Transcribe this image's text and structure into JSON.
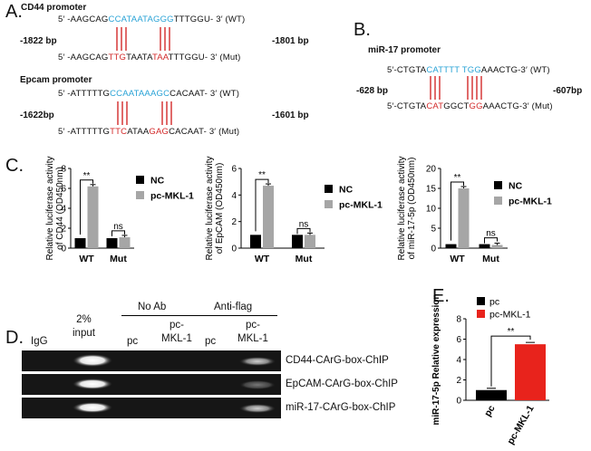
{
  "panel_a": {
    "label": "A.",
    "cd44": {
      "title": "CD44 promoter",
      "wt": {
        "pre": "5′ -AAGCAG",
        "hl": "CCATAATAGGG",
        "post": "TTTGGU- 3′ (WT)"
      },
      "mut": {
        "p1": "5′ -AAGCAG",
        "r1": "TTG",
        "p2": "TAATA",
        "r2": "TAA",
        "p3": "TTTGGU- 3′ (Mut)"
      },
      "left_bp": "-1822 bp",
      "right_bp": "-1801 bp"
    },
    "epcam": {
      "title": "Epcam promoter",
      "wt": {
        "pre": "5′ -ATTTTTG",
        "hl": "CCAATAAAGC",
        "post": "CACAAT- 3′ (WT)"
      },
      "mut": {
        "p1": "5′ -ATTTTTG",
        "r1": "TTC",
        "p2": "ATAA",
        "r2": "GAG",
        "p3": "CACAAT- 3′ (Mut)"
      },
      "left_bp": "-1622bp",
      "right_bp": "-1601 bp"
    }
  },
  "panel_b": {
    "label": "B.",
    "title": "miR-17 promoter",
    "wt": {
      "pre": "5′-CTGTA",
      "hl": "CATTTT TGG",
      "post": "AAACTG-3′ (WT)"
    },
    "mut": {
      "p1": "5′-CTGTA",
      "r1": "CAT",
      "p2": "GGCT",
      "r2": "GG",
      "p3": "AAACTG-3′ (Mut)"
    },
    "left_bp": "-628 bp",
    "right_bp": "-607bp"
  },
  "panel_c": {
    "label": "C."
  },
  "panel_d": {
    "label": "D.",
    "col_igg": "IgG",
    "col_input": [
      "2%",
      "input"
    ],
    "group_noab": "No Ab",
    "group_antiflag": "Anti-flag",
    "col_pc": "pc",
    "col_pcmkl": [
      "pc-",
      "MKL-1"
    ],
    "rows": [
      "CD44-CArG-box-ChIP",
      "EpCAM-CArG-box-ChIP",
      "miR-17-CArG-box-ChIP"
    ]
  },
  "panel_e": {
    "label": "E."
  },
  "colors": {
    "nc": "#000000",
    "pc_mkl": "#a6a6a6",
    "e_pc": "#000000",
    "e_pcmkl": "#e8231c",
    "blue_seq": "#2aa3d6",
    "red_seq": "#d22a2a"
  },
  "chart_data": [
    {
      "type": "bar",
      "ylabel": "Relative luciferase activity of CD44 (OD450nm)",
      "categories": [
        "WT",
        "Mut"
      ],
      "series": [
        {
          "name": "NC",
          "values": [
            1.0,
            1.0
          ]
        },
        {
          "name": "pc-MKL-1",
          "values": [
            6.2,
            1.1
          ]
        }
      ],
      "ylim": [
        0,
        8
      ],
      "yticks": [
        "0",
        "2",
        "4",
        "6",
        "8"
      ],
      "significance": [
        "**",
        "ns"
      ],
      "legend": [
        "NC",
        "pc-MKL-1"
      ]
    },
    {
      "type": "bar",
      "ylabel": "Relative luciferase activity of EpCAM (OD450nm)",
      "categories": [
        "WT",
        "Mut"
      ],
      "series": [
        {
          "name": "NC",
          "values": [
            1.0,
            1.0
          ]
        },
        {
          "name": "pc-MKL-1",
          "values": [
            4.7,
            1.0
          ]
        }
      ],
      "ylim": [
        0,
        6
      ],
      "yticks": [
        "0",
        "2",
        "4",
        "6"
      ],
      "significance": [
        "**",
        "ns"
      ],
      "legend": [
        "NC",
        "pc-MKL-1"
      ]
    },
    {
      "type": "bar",
      "ylabel": "Relative luciferase activity of miR-17-5p (OD450nm)",
      "categories": [
        "WT",
        "Mut"
      ],
      "series": [
        {
          "name": "NC",
          "values": [
            1.0,
            1.0
          ]
        },
        {
          "name": "pc-MKL-1",
          "values": [
            15.0,
            0.8
          ]
        }
      ],
      "ylim": [
        0,
        20
      ],
      "yticks": [
        "0",
        "5",
        "10",
        "15",
        "20"
      ],
      "significance": [
        "**",
        "ns"
      ],
      "legend": [
        "NC",
        "pc-MKL-1"
      ]
    },
    {
      "type": "bar",
      "ylabel": "miR-17-5p Relative expression",
      "categories": [
        "pc",
        "pc-MKL-1"
      ],
      "values": [
        1.0,
        5.5
      ],
      "ylim": [
        0,
        8
      ],
      "yticks": [
        "0",
        "2",
        "4",
        "6",
        "8"
      ],
      "significance": [
        "**"
      ],
      "legend": [
        "pc",
        "pc-MKL-1"
      ]
    }
  ]
}
